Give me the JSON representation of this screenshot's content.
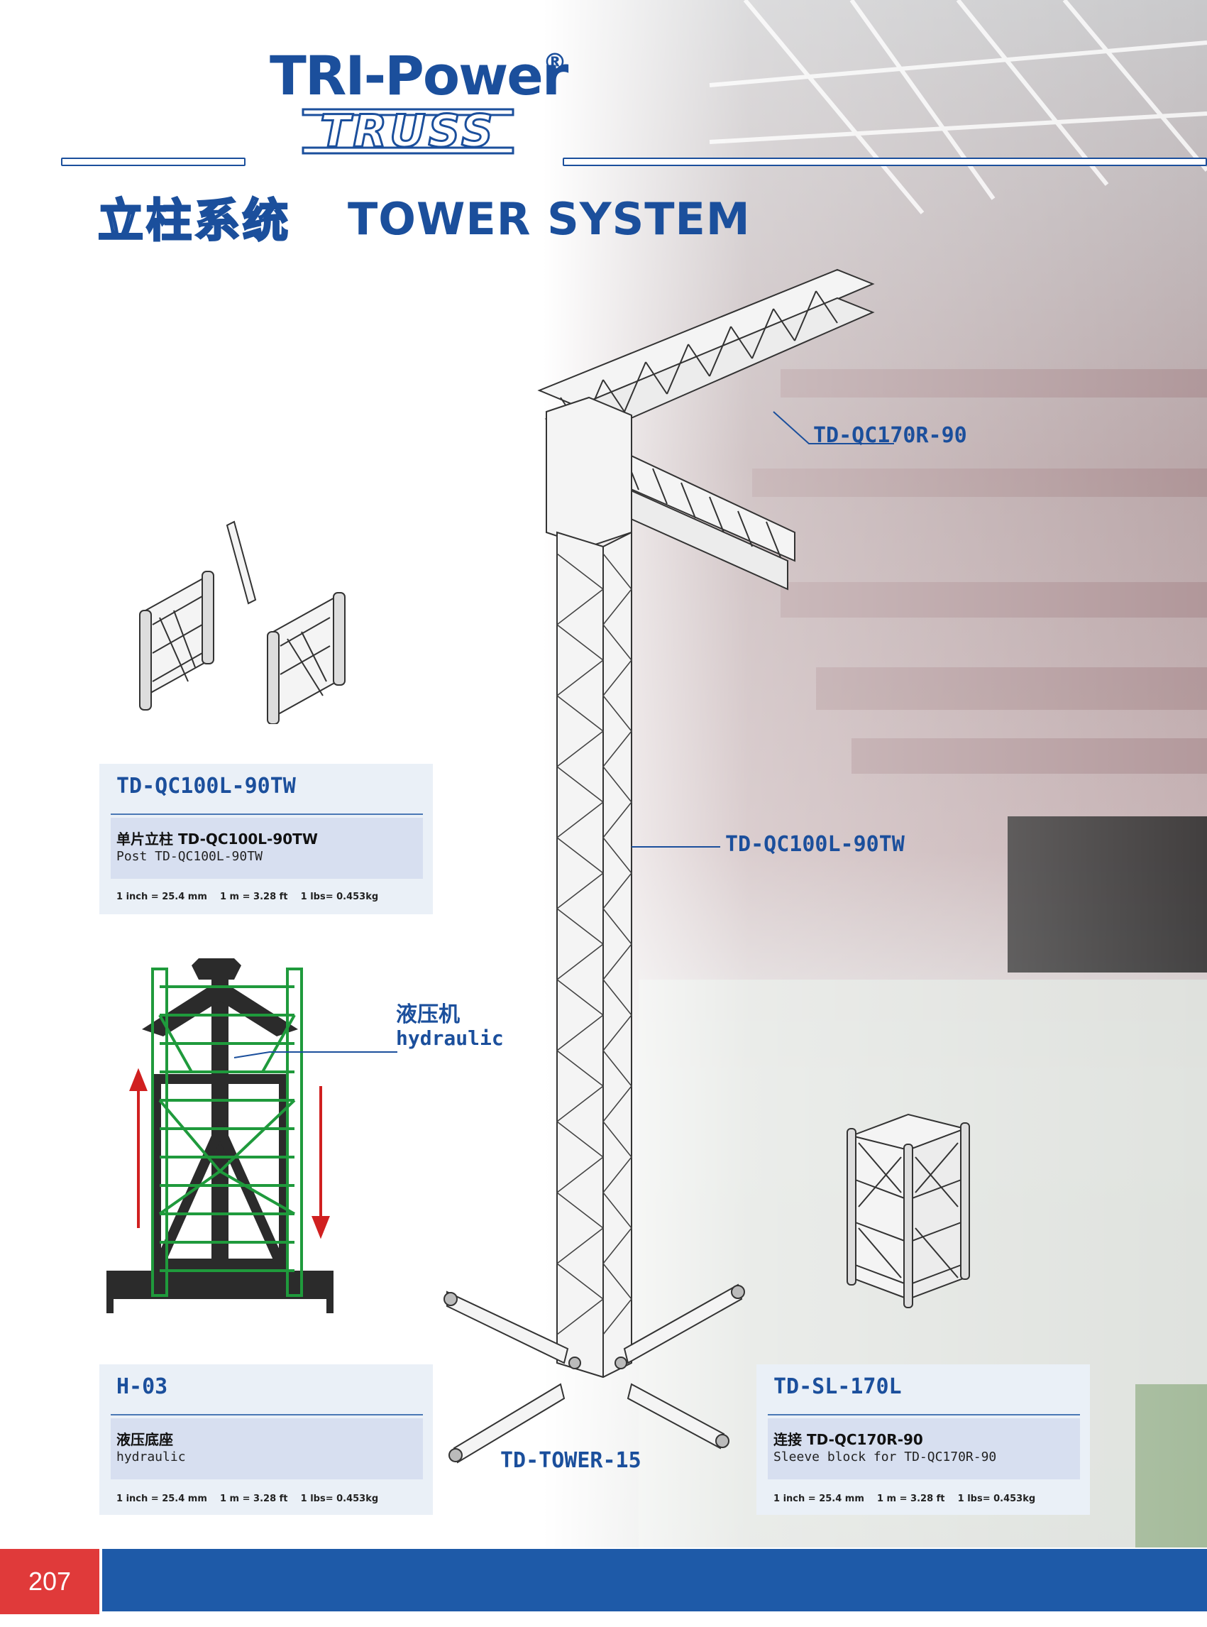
{
  "brand": {
    "name": "TRI-Power",
    "registered": "®",
    "sub": "TRUSS"
  },
  "title": {
    "cn": "立柱系统",
    "en": "TOWER SYSTEM"
  },
  "labels": {
    "top_truss": "TD-QC170R-90",
    "tower_post": "TD-QC100L-90TW",
    "tower": "TD-TOWER-15",
    "hydraulic_cn": "液压机",
    "hydraulic_en": "hydraulic"
  },
  "cards": [
    {
      "code": "TD-QC100L-90TW",
      "cn": "单片立柱 TD-QC100L-90TW",
      "en": "Post TD-QC100L-90TW",
      "units": "1 inch = 25.4 mm    1 m = 3.28 ft    1 lbs= 0.453kg"
    },
    {
      "code": "H-03",
      "cn": "液压底座",
      "en": "hydraulic",
      "units": "1 inch = 25.4 mm    1 m = 3.28 ft    1 lbs= 0.453kg"
    },
    {
      "code": "TD-SL-170L",
      "cn": "连接 TD-QC170R-90",
      "en": "Sleeve block for TD-QC170R-90",
      "units": "1 inch = 25.4 mm    1 m = 3.28 ft    1 lbs= 0.453kg"
    }
  ],
  "footer": {
    "page_number": "207"
  },
  "colors": {
    "brand_blue": "#1b4f9c",
    "footer_blue": "#1e5aa8",
    "page_red": "#e03a3a",
    "hydraulic_green": "#1f9a3c",
    "arrow_red": "#d02020"
  }
}
